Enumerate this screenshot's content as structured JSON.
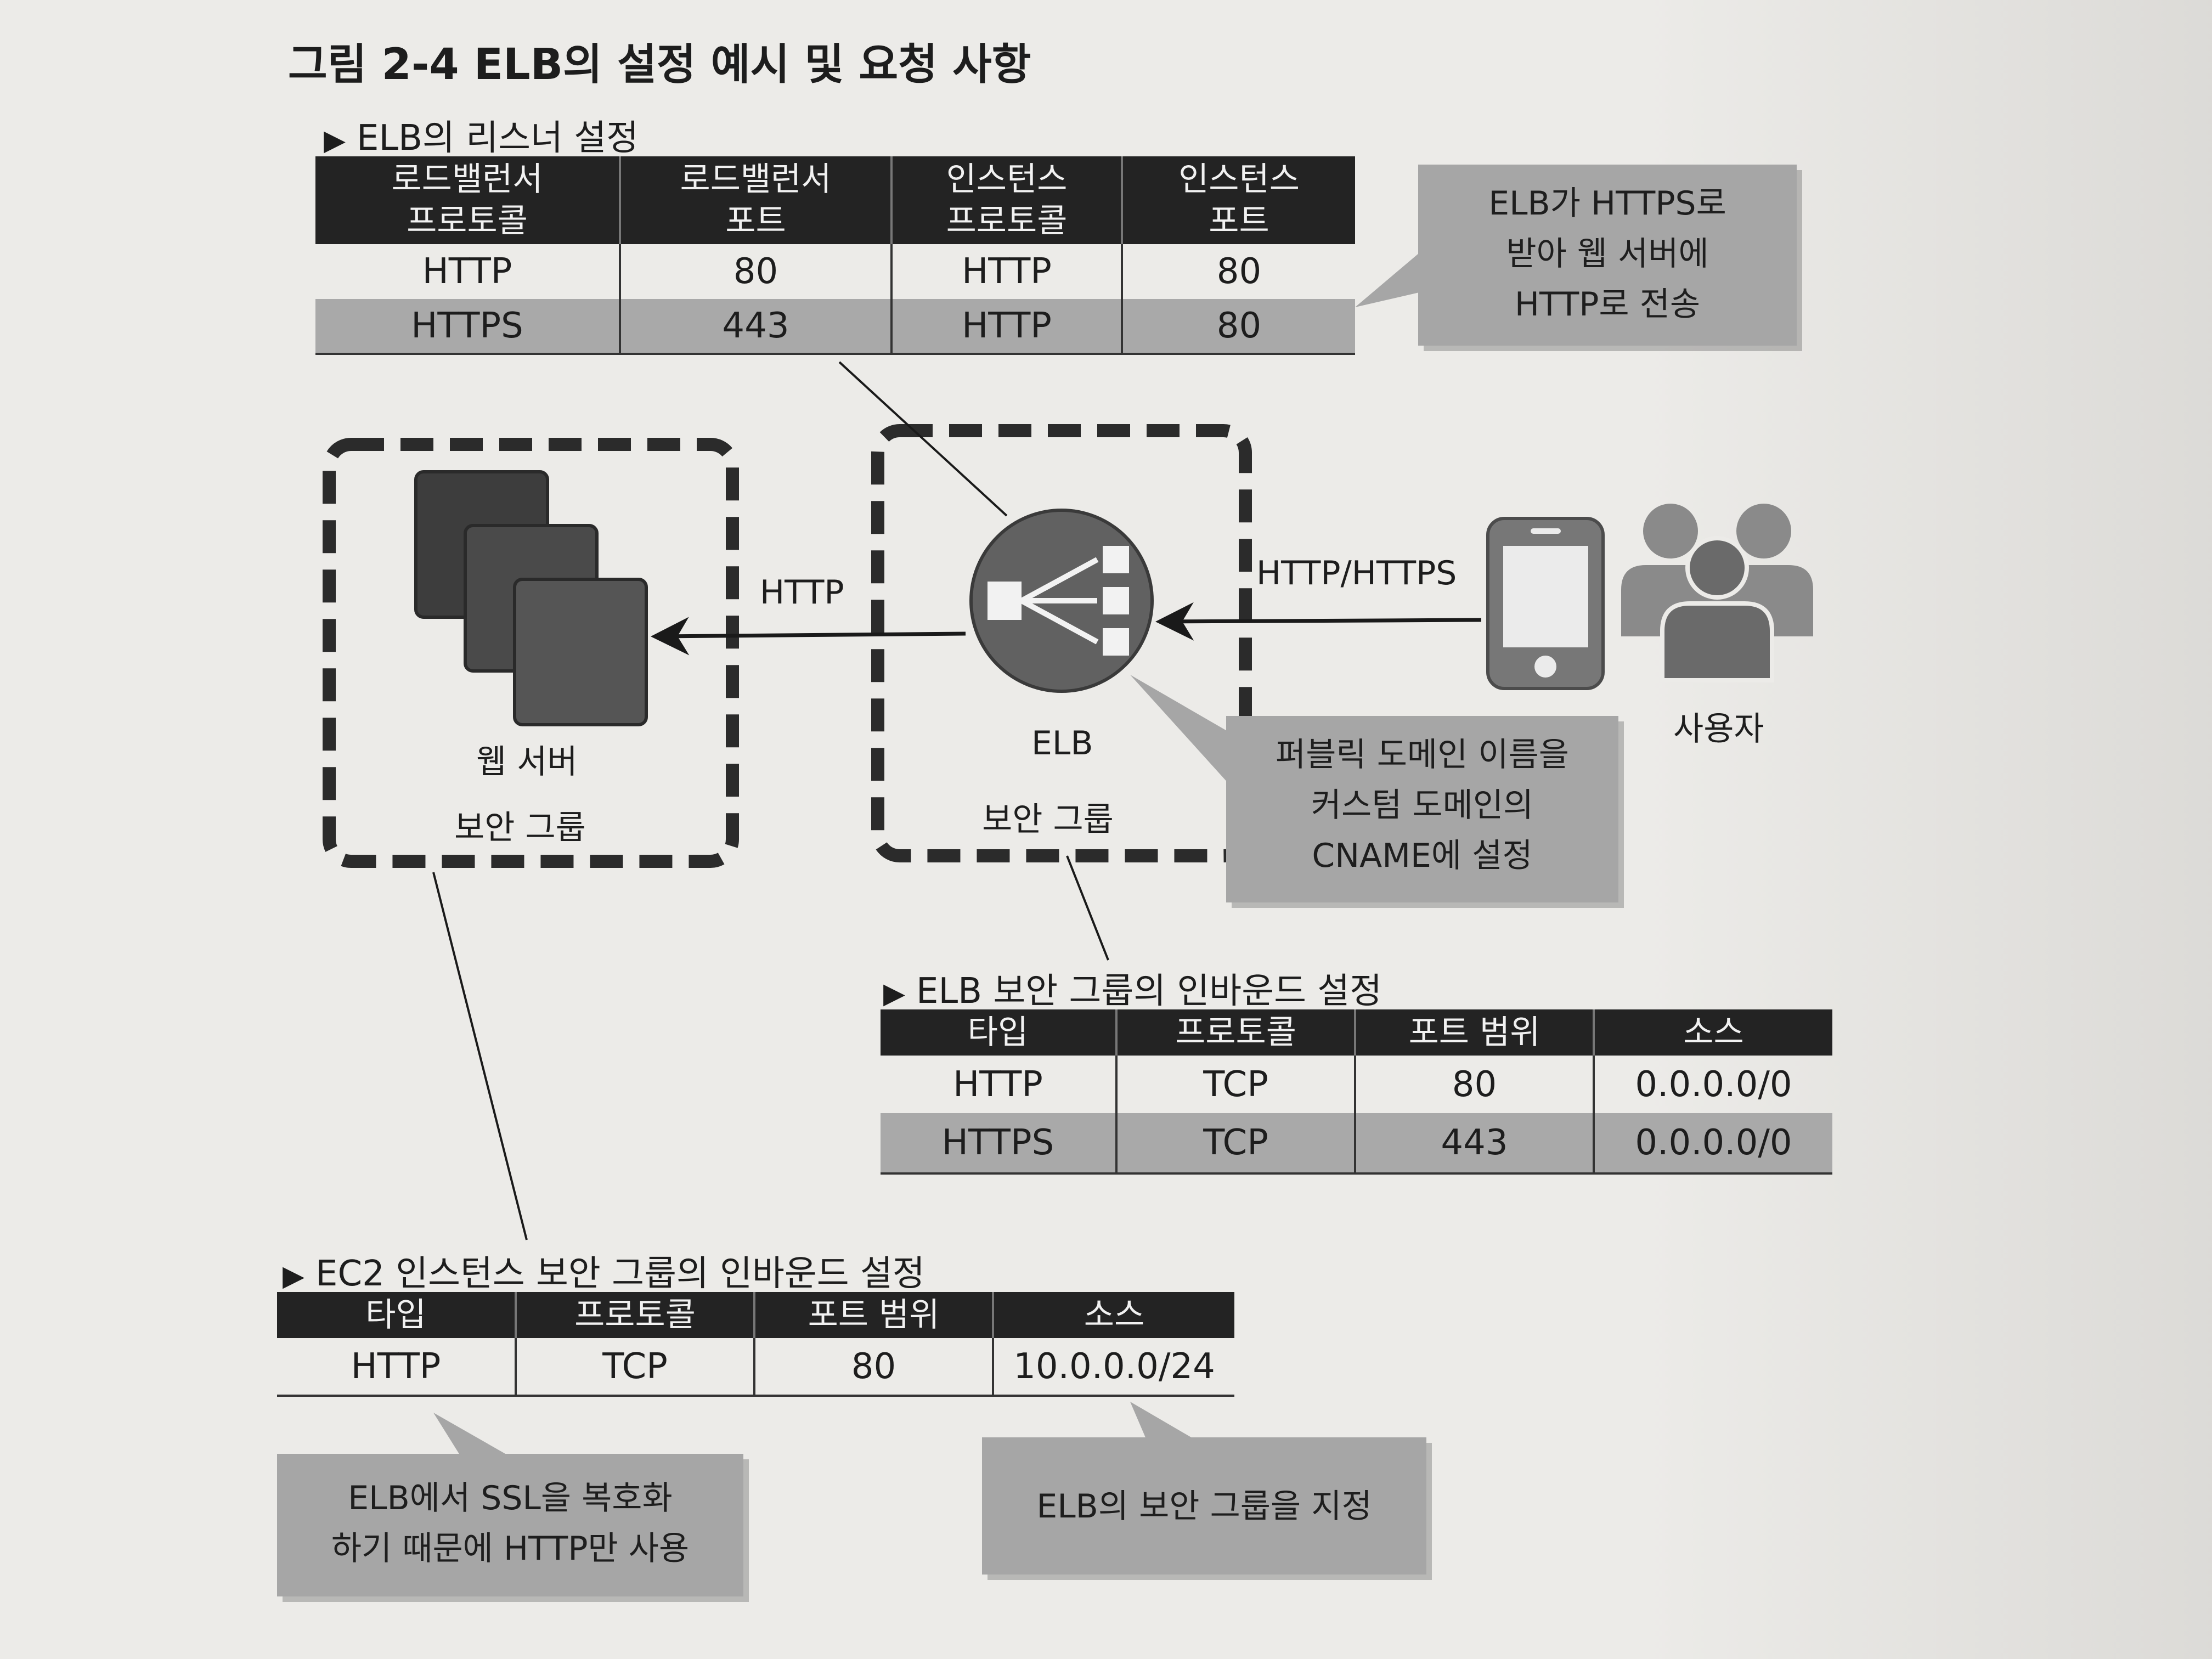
{
  "figure": {
    "title": "그림 2-4  ELB의 설정 예시 및 요청 사항"
  },
  "listener_table": {
    "heading": "ELB의 리스너 설정",
    "headers": [
      "로드밸런서\n프로토콜",
      "로드밸런서\n포트",
      "인스턴스\n프로토콜",
      "인스턴스\n포트"
    ],
    "rows": [
      [
        "HTTP",
        "80",
        "HTTP",
        "80"
      ],
      [
        "HTTPS",
        "443",
        "HTTP",
        "80"
      ]
    ]
  },
  "elb_sg_table": {
    "heading": "ELB 보안 그룹의 인바운드 설정",
    "headers": [
      "타입",
      "프로토콜",
      "포트 범위",
      "소스"
    ],
    "rows": [
      [
        "HTTP",
        "TCP",
        "80",
        "0.0.0.0/0"
      ],
      [
        "HTTPS",
        "TCP",
        "443",
        "0.0.0.0/0"
      ]
    ]
  },
  "ec2_sg_table": {
    "heading": "EC2 인스턴스 보안 그룹의 인바운드 설정",
    "headers": [
      "타입",
      "프로토콜",
      "포트 범위",
      "소스"
    ],
    "rows": [
      [
        "HTTP",
        "TCP",
        "80",
        "10.0.0.0/24"
      ]
    ]
  },
  "diagram": {
    "web_server_label": "웹 서버",
    "web_sg_label": "보안 그룹",
    "elb_label": "ELB",
    "elb_sg_label": "보안 그룹",
    "user_label": "사용자",
    "arrow_http_label": "HTTP",
    "arrow_https_label": "HTTP/HTTPS",
    "icons": [
      "server-stack-icon",
      "load-balancer-icon",
      "smartphone-icon",
      "users-icon"
    ]
  },
  "callouts": {
    "https_termination": "ELB가 HTTPS로\n받아 웹 서버에\nHTTP로 전송",
    "cname": "퍼블릭 도메인 이름을\n커스텀 도메인의\nCNAME에 설정",
    "ssl_decrypt": "ELB에서 SSL을 복호화\n하기 때문에 HTTP만 사용",
    "elb_sg_source": "ELB의 보안 그룹을 지정"
  },
  "colors": {
    "header_fill": "#232323",
    "row_shade": "#a9a9a9",
    "callout_fill": "#a6a6a6",
    "elb_circle": "#616161",
    "server_fill": "#555555"
  }
}
